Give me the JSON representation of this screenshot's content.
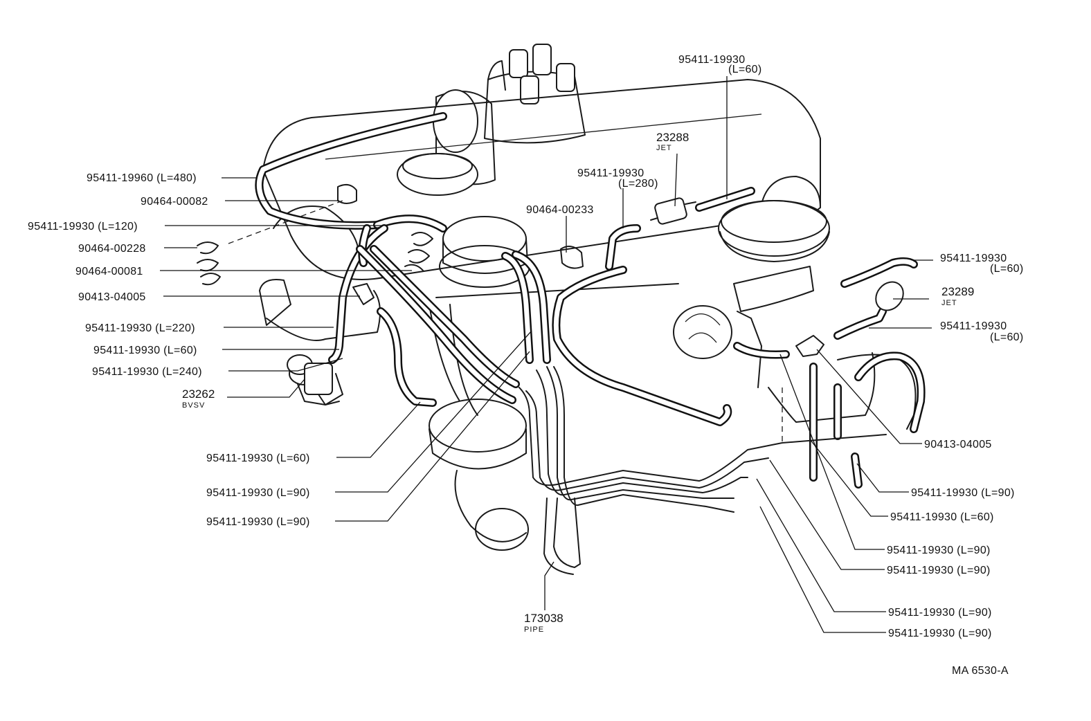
{
  "diagram_code": "MA 6530-A",
  "parts": {
    "p_95411_19930_L60_top": {
      "number": "95411-19930",
      "length": "(L=60)"
    },
    "p_23288": {
      "number": "23288",
      "sub": "JET"
    },
    "p_95411_19960_L480": {
      "label": "95411-19960 (L=480)"
    },
    "p_95411_19930_L280": {
      "number": "95411-19930",
      "length": "(L=280)"
    },
    "p_90464_00082": {
      "label": "90464-00082"
    },
    "p_90464_00233": {
      "label": "90464-00233"
    },
    "p_95411_19930_L120": {
      "label": "95411-19930 (L=120)"
    },
    "p_90464_00228": {
      "label": "90464-00228"
    },
    "p_90464_00081": {
      "label": "90464-00081"
    },
    "p_95411_19930_L60_r1": {
      "number": "95411-19930",
      "length": "(L=60)"
    },
    "p_23289": {
      "number": "23289",
      "sub": "JET"
    },
    "p_90413_04005_left": {
      "label": "90413-04005"
    },
    "p_95411_19930_L60_r2": {
      "number": "95411-19930",
      "length": "(L=60)"
    },
    "p_95411_19930_L220": {
      "label": "95411-19930 (L=220)"
    },
    "p_95411_19930_L60_left": {
      "label": "95411-19930 (L=60)"
    },
    "p_95411_19930_L240": {
      "label": "95411-19930 (L=240)"
    },
    "p_23262": {
      "number": "23262",
      "sub": "BVSV"
    },
    "p_90413_04005_right": {
      "label": "90413-04005"
    },
    "p_95411_19930_L60_low": {
      "label": "95411-19930 (L=60)"
    },
    "p_95411_19930_L90_a": {
      "label": "95411-19930 (L=90)"
    },
    "p_95411_19930_L90_b": {
      "label": "95411-19930 (L=90)"
    },
    "p_95411_19930_L90_r1": {
      "label": "95411-19930 (L=90)"
    },
    "p_95411_19930_L60_r3": {
      "label": "95411-19930 (L=60)"
    },
    "p_95411_19930_L90_r2": {
      "label": "95411-19930 (L=90)"
    },
    "p_95411_19930_L90_r3": {
      "label": "95411-19930 (L=90)"
    },
    "p_95411_19930_L90_r4": {
      "label": "95411-19930 (L=90)"
    },
    "p_95411_19930_L90_r5": {
      "label": "95411-19930 (L=90)"
    },
    "p_173038": {
      "number": "173038",
      "sub": "PIPE"
    }
  }
}
